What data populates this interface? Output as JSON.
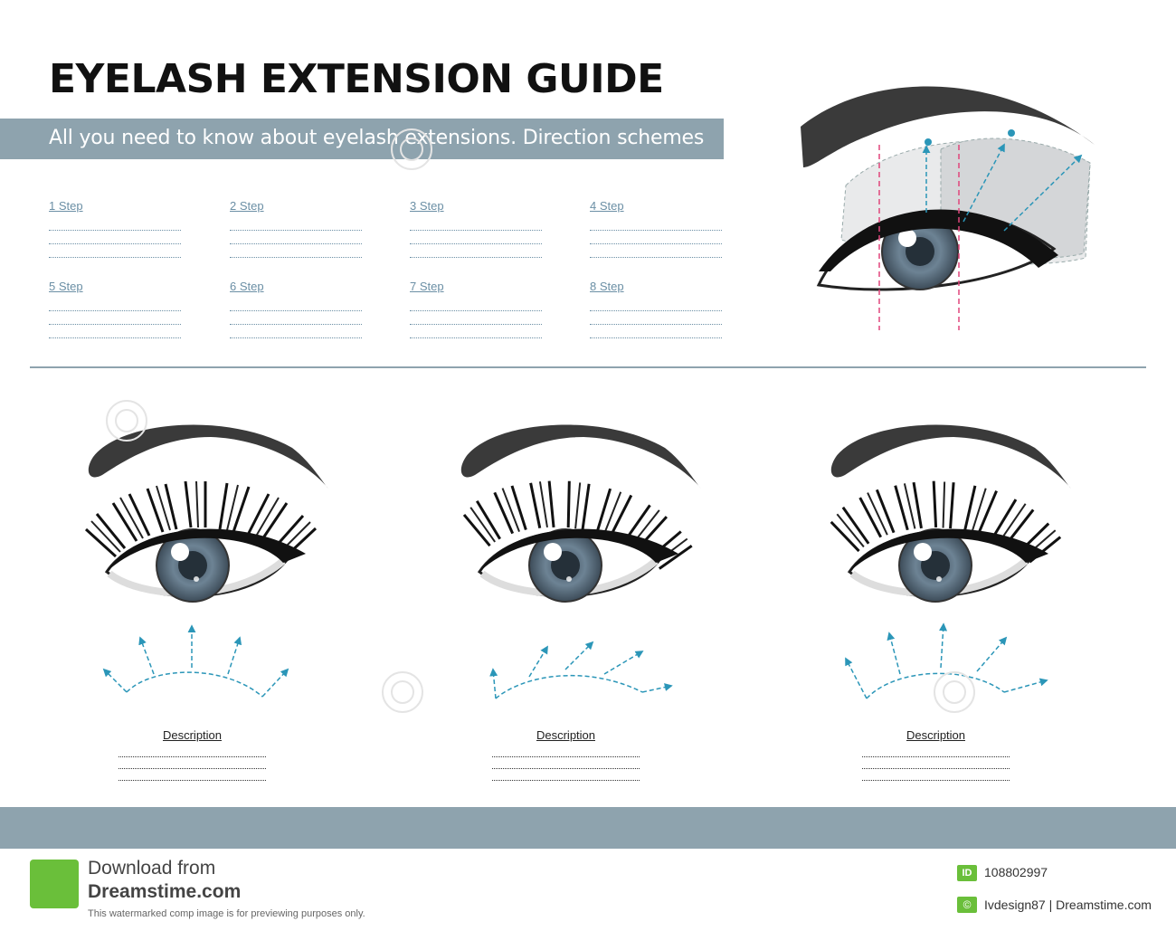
{
  "header": {
    "title": "EYELASH EXTENSION GUIDE",
    "subtitle": "All you need to know about eyelash extensions. Direction schemes"
  },
  "steps": [
    {
      "label": "1 Step"
    },
    {
      "label": "2 Step"
    },
    {
      "label": "3 Step"
    },
    {
      "label": "4 Step"
    },
    {
      "label": "5 Step"
    },
    {
      "label": "6 Step"
    },
    {
      "label": "7 Step"
    },
    {
      "label": "8 Step"
    }
  ],
  "schemes": [
    {
      "description_label": "Description"
    },
    {
      "description_label": "Description"
    },
    {
      "description_label": "Description"
    }
  ],
  "footer": {
    "download_text": "Download from",
    "brand": "Dreamstime.com",
    "note": "This watermarked comp image is for previewing purposes only.",
    "id_badge": "ID",
    "image_id": "108802997",
    "copyright_badge": "©",
    "credit": "Ivdesign87 | Dreamstime.com"
  },
  "colors": {
    "band": "#8ea3ae",
    "accent": "#2b96b8",
    "guide_pink": "#e0457b",
    "footer_green": "#6abf3a"
  },
  "icons": [
    "eyebrow-icon",
    "eye-icon",
    "scissors-icon",
    "dreamstime-spiral-icon"
  ]
}
